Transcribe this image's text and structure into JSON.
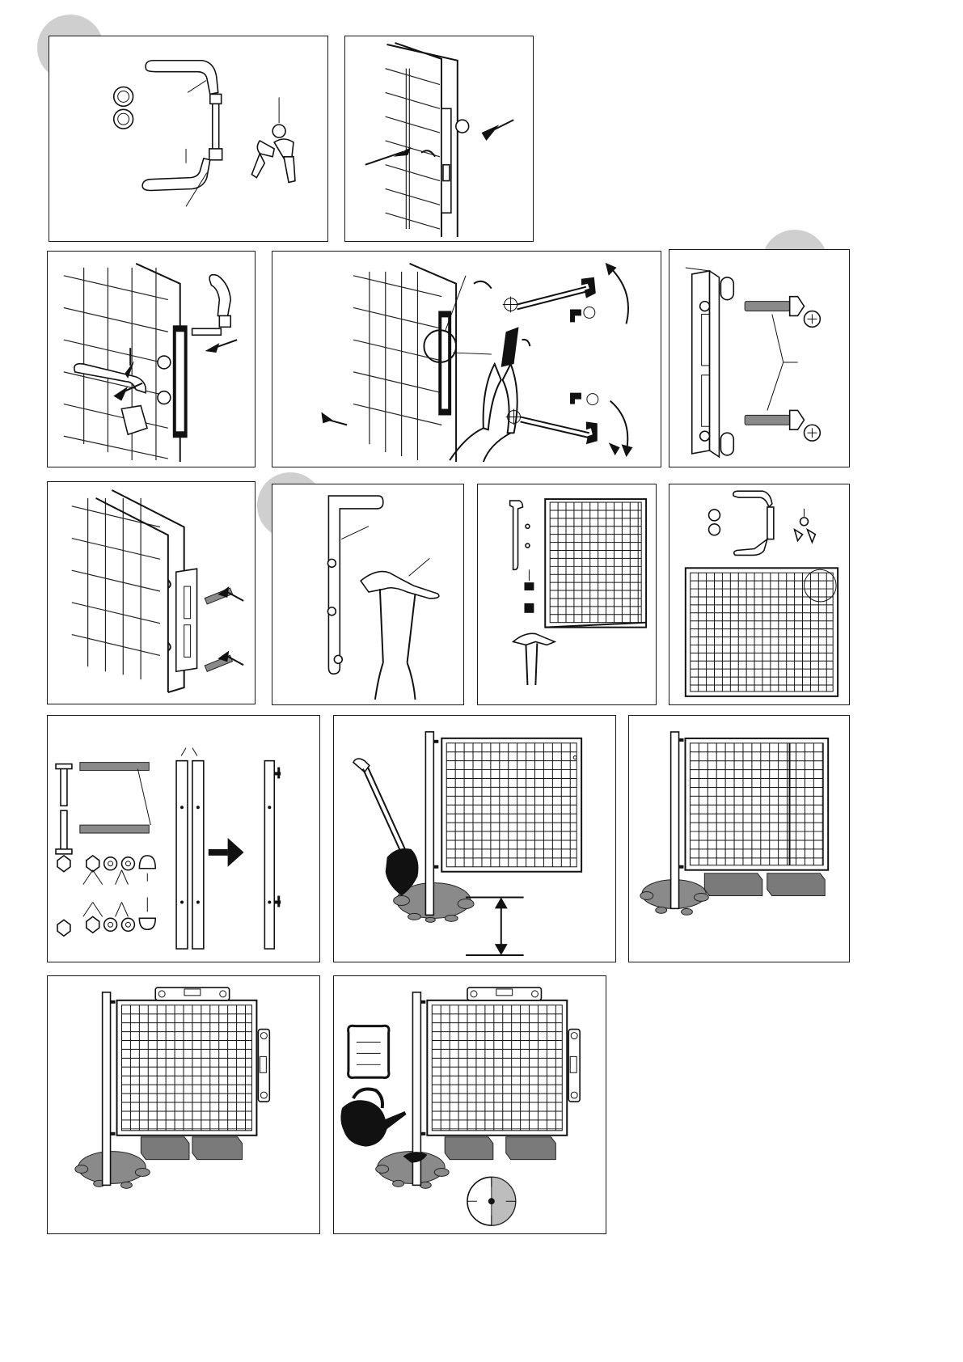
{
  "colors": {
    "badge": "#cfcfcf",
    "stroke": "#111111",
    "concrete": "#8a8a8a",
    "block": "#7a7a7a"
  },
  "panels": [
    {
      "id": "handle-kit",
      "icon": "handle-lock-kit-icon"
    },
    {
      "id": "lock-in-frame",
      "icon": "lock-insertion-icon"
    },
    {
      "id": "handle-mounting",
      "icon": "handle-mounting-icon"
    },
    {
      "id": "lock-adjust",
      "icon": "lock-adjust-pliers-icon"
    },
    {
      "id": "striker-screws",
      "icon": "striker-plate-screws-icon"
    },
    {
      "id": "striker-mount",
      "icon": "striker-plate-mounting-icon"
    },
    {
      "id": "hinge-pin",
      "icon": "hinge-pin-icon"
    },
    {
      "id": "hinge-gate",
      "icon": "hinge-on-gate-icon"
    },
    {
      "id": "gate-overview",
      "icon": "gate-overview-icon"
    },
    {
      "id": "post-hardware",
      "icon": "post-hardware-icon"
    },
    {
      "id": "post-digging",
      "icon": "post-digging-icon"
    },
    {
      "id": "gate-on-blocks",
      "icon": "gate-on-blocks-icon"
    },
    {
      "id": "gate-leveling",
      "icon": "gate-leveling-icon"
    },
    {
      "id": "concrete-pour",
      "icon": "concrete-pour-icon"
    }
  ]
}
